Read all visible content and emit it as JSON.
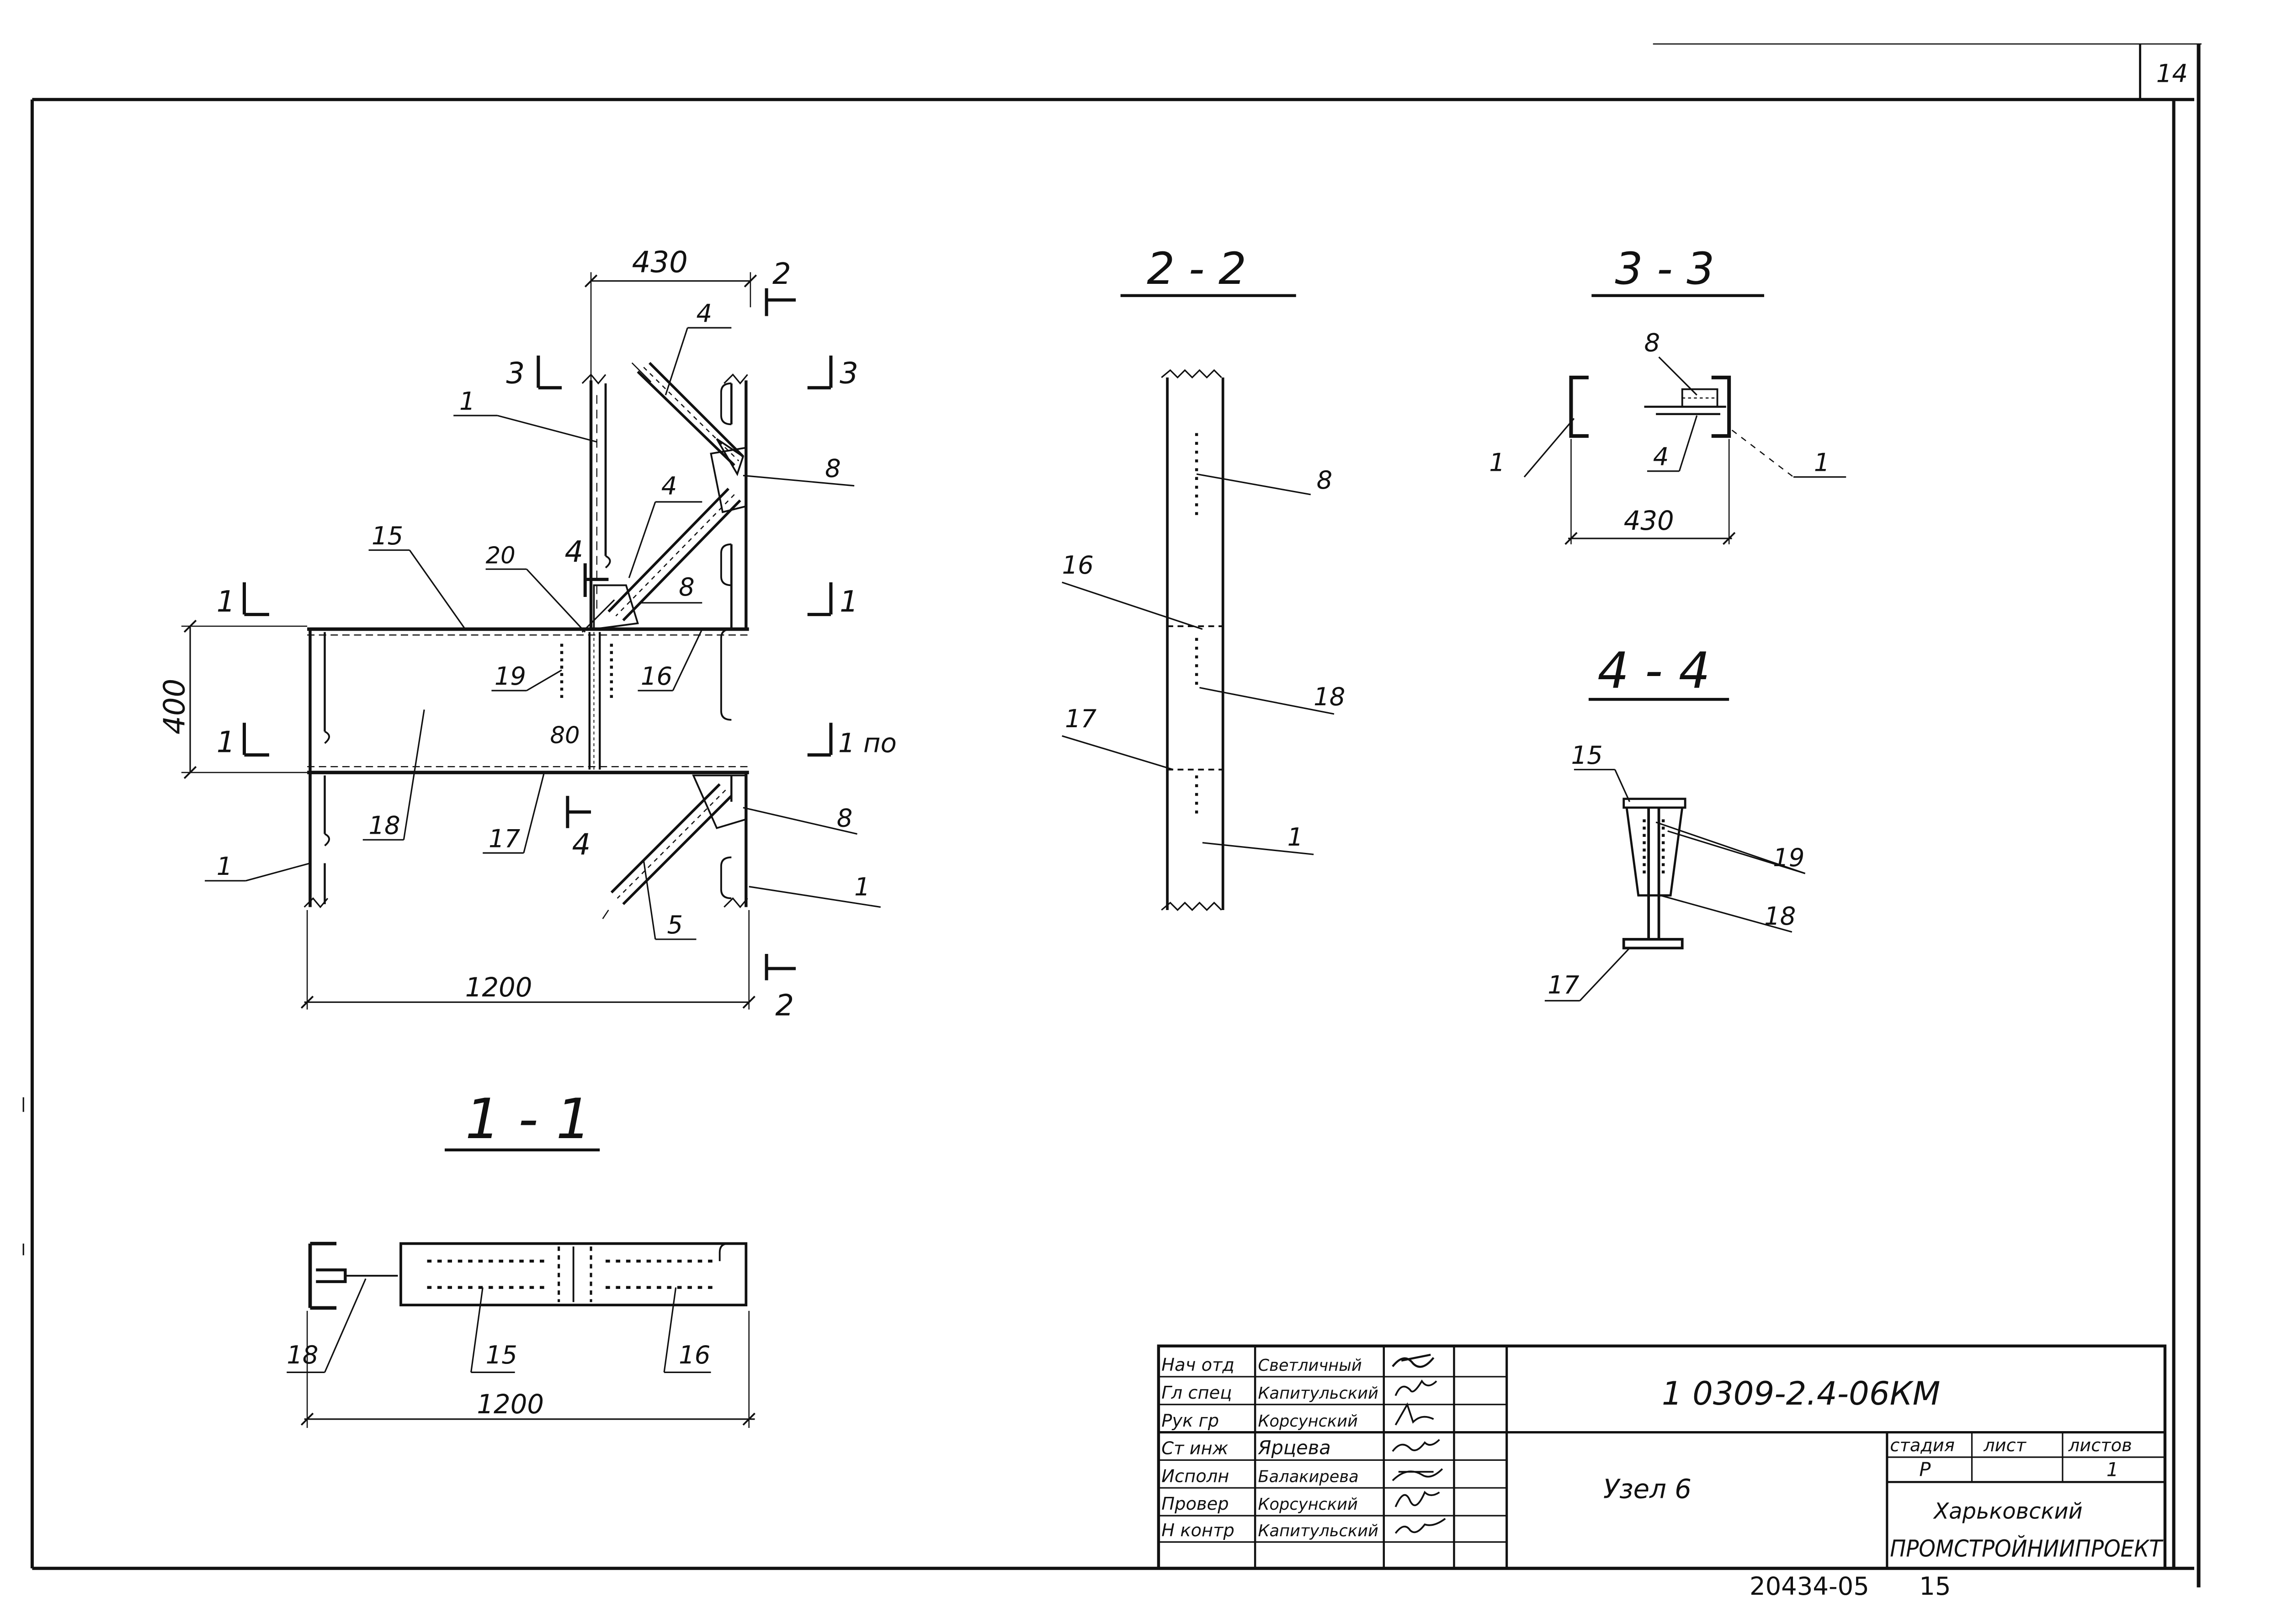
{
  "sheet": {
    "page_number": "14",
    "bottom_code": "20434-05",
    "bottom_num": "15"
  },
  "views": {
    "section_1_1": "1 - 1",
    "section_2_2": "2 - 2",
    "section_3_3": "3 - 3",
    "section_4_4": "4 - 4"
  },
  "elevation": {
    "dim_top": "430",
    "dim_left": "400",
    "dim_bottom": "1200",
    "cut_2_top": "2",
    "cut_2_bottom": "2",
    "cut_3_left": "3",
    "cut_3_right": "3",
    "cut_4_upper": "4",
    "cut_4_lower": "4",
    "cut_1_left_a": "1",
    "cut_1_left_b": "1",
    "cut_1_right_a": "1",
    "cut_1_right_b": "1 по",
    "weld_20": "20",
    "weld_80": "80",
    "pos": [
      "4",
      "1",
      "8",
      "4",
      "8",
      "15",
      "19",
      "16",
      "18",
      "17",
      "1",
      "8",
      "5",
      "1"
    ]
  },
  "section22": {
    "pos": [
      "8",
      "16",
      "18",
      "17",
      "1"
    ]
  },
  "section33": {
    "pos": [
      "8",
      "1",
      "4",
      "1"
    ],
    "dim": "430"
  },
  "section44": {
    "pos": [
      "15",
      "19",
      "18",
      "17"
    ]
  },
  "section11": {
    "pos": [
      "18",
      "15",
      "16"
    ],
    "dim": "1200"
  },
  "title_block": {
    "doc_code": "1 0309-2.4-06КМ",
    "title": "Узел 6",
    "org_line1": "Харьковский",
    "org_line2": "ПРОМСТРОЙНИИПРОЕКТ",
    "stage_head": "стадия",
    "sheet_head": "лист",
    "sheets_head": "листов",
    "stage": "Р",
    "sheet": "",
    "sheets": "1",
    "roles": [
      "Нач отд",
      "Гл спец",
      "Рук гр",
      "Ст инж",
      "Исполн",
      "Провер",
      "Н контр"
    ],
    "names": [
      "Светличный",
      "Капитульский",
      "Корсунский",
      "Ярцева",
      "Балакирева",
      "Корсунский",
      "Капитульский"
    ]
  }
}
